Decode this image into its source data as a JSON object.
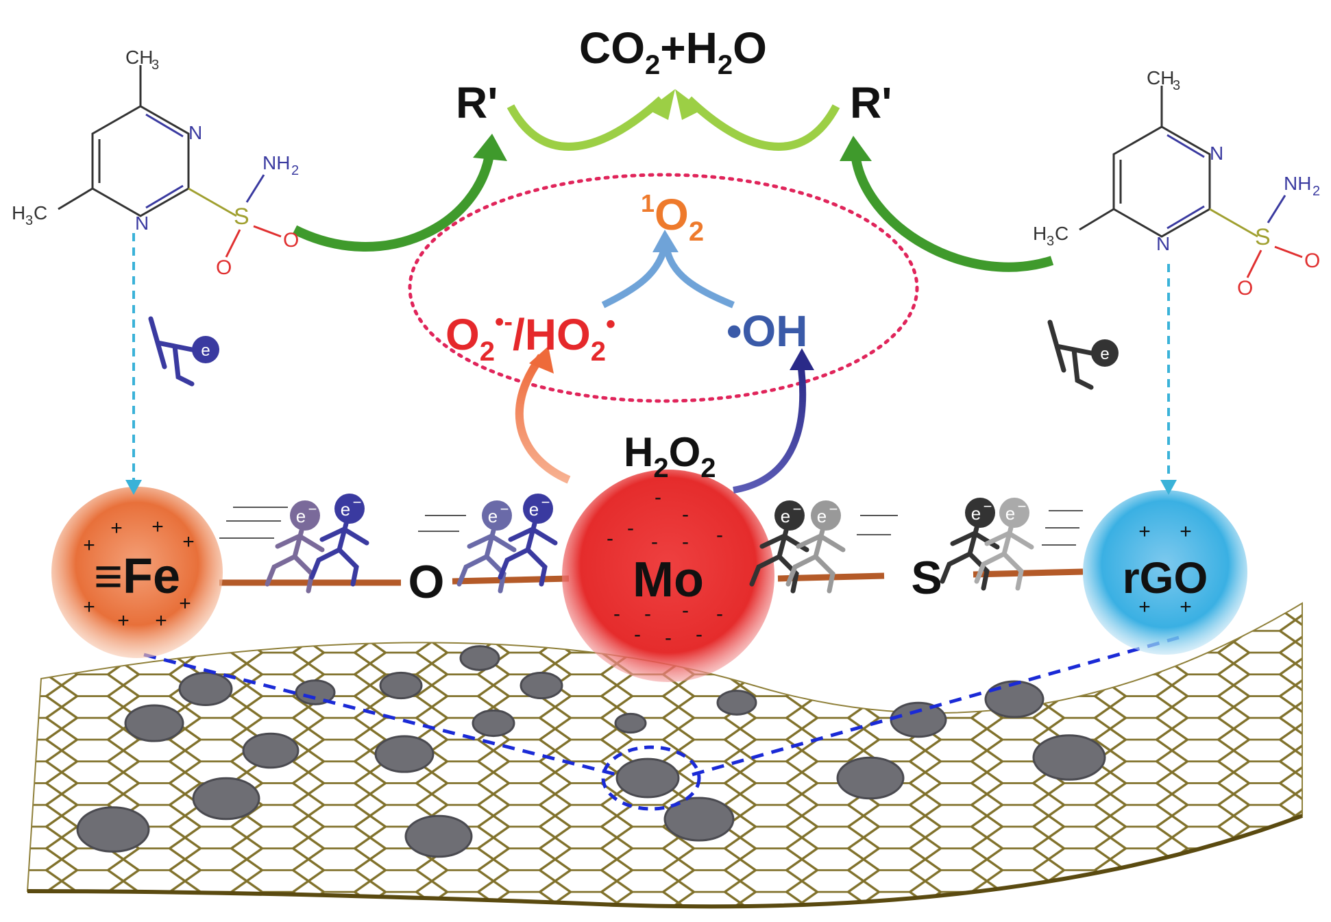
{
  "products": {
    "co": "CO",
    "sub2a": "2",
    "plus": "+H",
    "sub2b": "2",
    "o": "O"
  },
  "intermediates": {
    "left": "R'",
    "right": "R'"
  },
  "ros": {
    "singlet_sup": "1",
    "singlet_o": "O",
    "singlet_sub": "2",
    "superoxide_o": "O",
    "superoxide_sub": "2",
    "superoxide_rad": "•-",
    "superoxide_sep": "/HO",
    "superoxide_sub2": "2",
    "superoxide_rad2": "•",
    "hydroxyl": "•OH"
  },
  "oxidant": {
    "h": "H",
    "sub2a": "2",
    "o": "O",
    "sub2b": "2"
  },
  "nodes": {
    "fe": "≡Fe",
    "o_link": "O",
    "mo": "Mo",
    "s_link": "S",
    "rgo": "rGO"
  },
  "electron": {
    "label": "e",
    "sup": "−"
  },
  "molecule": {
    "ch3_c": "CH",
    "ch3_sub": "3",
    "h3c_h": "H",
    "h3c_sub": "3",
    "h3c_c": "C",
    "n": "N",
    "s": "S",
    "o": "O",
    "nh2_nh": "NH",
    "nh2_sub": "2"
  },
  "charges": {
    "plus": "+",
    "minus": "-"
  },
  "colors": {
    "fe": "#e8703a",
    "mo": "#e52c2c",
    "rgo": "#3ab0e3",
    "arrow_dark_green": "#3f9a2c",
    "arrow_light_green": "#9ccf45",
    "dotted_ellipse": "#e0245a",
    "dash_blue": "#1a2ad6",
    "dash_cyan": "#3ab2d8",
    "superoxide": "#e5282b",
    "hydroxyl": "#3a5aa8",
    "singlet": "#ee7a2c",
    "bond": "#b45a28",
    "graphene": "#6b5a1c"
  }
}
